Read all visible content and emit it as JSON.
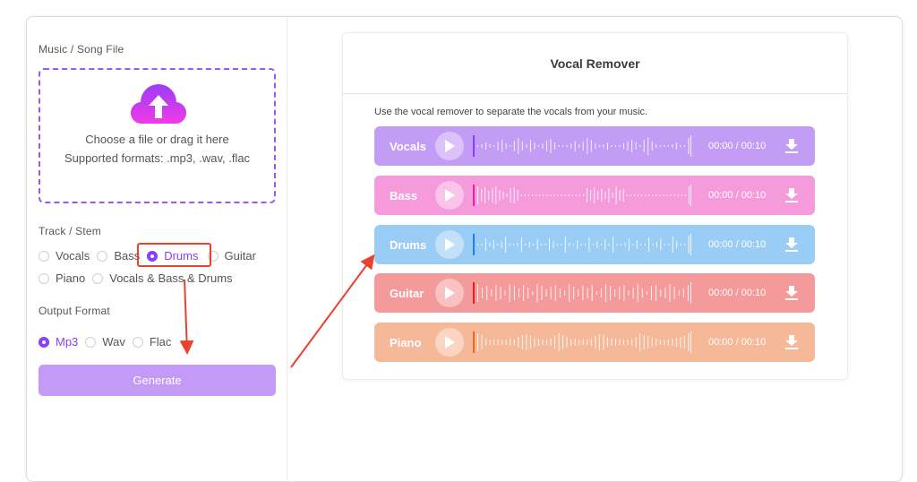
{
  "left_panel": {
    "file_section_label": "Music / Song File",
    "dropzone": {
      "line1": "Choose a file or drag it here",
      "line2": "Supported formats: .mp3, .wav, .flac",
      "icon": "cloud-upload-icon"
    },
    "track_section_label": "Track / Stem",
    "track_options": [
      {
        "label": "Vocals",
        "checked": false
      },
      {
        "label": "Bass",
        "checked": false
      },
      {
        "label": "Drums",
        "checked": true
      },
      {
        "label": "Guitar",
        "checked": false
      },
      {
        "label": "Piano",
        "checked": false
      },
      {
        "label": "Vocals & Bass & Drums",
        "checked": false
      }
    ],
    "format_section_label": "Output Format",
    "format_options": [
      {
        "label": "Mp3",
        "checked": true
      },
      {
        "label": "Wav",
        "checked": false
      },
      {
        "label": "Flac",
        "checked": false
      }
    ],
    "generate_label": "Generate"
  },
  "card": {
    "title": "Vocal Remover",
    "description": "Use the vocal remover to separate the vocals from your music.",
    "tracks": [
      {
        "name": "Vocals",
        "time": "00:00 / 00:10",
        "bg": "#c39cf5",
        "accent": "#8a3ffc"
      },
      {
        "name": "Bass",
        "time": "00:00 / 00:10",
        "bg": "#f59bdc",
        "accent": "#ee1ca6"
      },
      {
        "name": "Drums",
        "time": "00:00 / 00:10",
        "bg": "#9acdf5",
        "accent": "#1a82f0"
      },
      {
        "name": "Guitar",
        "time": "00:00 / 00:10",
        "bg": "#f59a9a",
        "accent": "#f01a1a"
      },
      {
        "name": "Piano",
        "time": "00:00 / 00:10",
        "bg": "#f5b99a",
        "accent": "#f0661a"
      }
    ]
  },
  "annotations": {
    "highlight_color": "#e8412c"
  }
}
